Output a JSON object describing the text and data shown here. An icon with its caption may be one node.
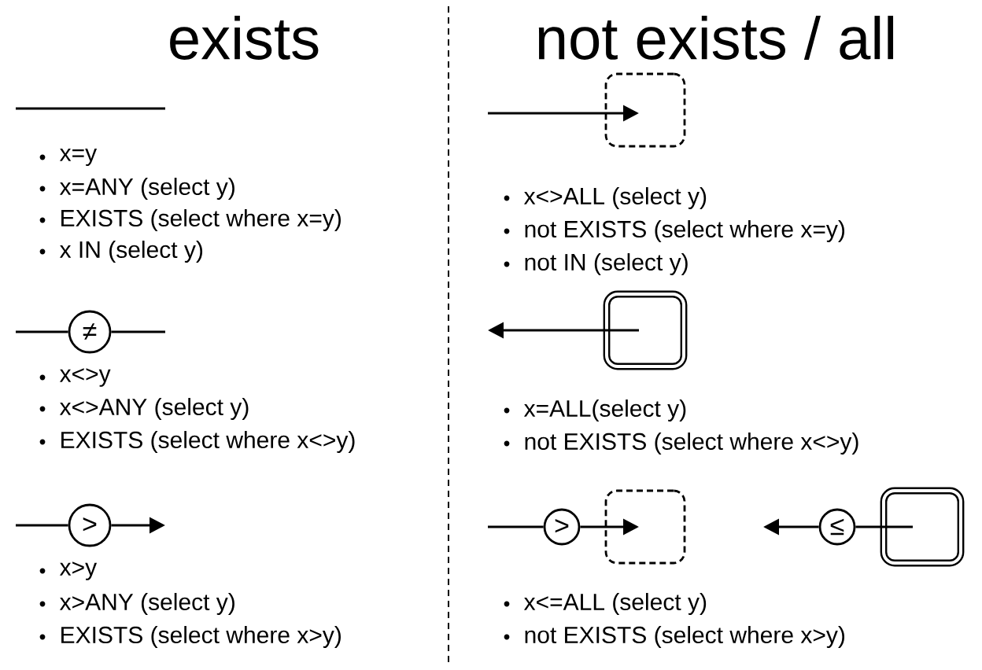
{
  "diagram": {
    "nodes": [
      {
        "text": [
          "≠"
        ]
      },
      {
        "text": [
          ">"
        ]
      },
      {
        "text": [],
        "shape": "box"
      },
      {
        "text": [],
        "shape": "box"
      },
      {
        "text": [
          ">"
        ]
      },
      {
        "text": [],
        "shape": "box"
      },
      {
        "text": [
          "≤"
        ]
      },
      {
        "text": [],
        "shape": "box"
      }
    ],
    "edges": [
      {
        "from": null,
        "to": 0,
        "arrow": "none"
      },
      {
        "from": 0,
        "to": null,
        "arrow": "none"
      },
      {
        "from": null,
        "to": 1,
        "arrow": "none"
      },
      {
        "from": 1,
        "to": null,
        "arrow": "to"
      },
      {
        "from": null,
        "to": 2,
        "arrow": "to"
      },
      {
        "from": 3,
        "to": null,
        "arrow": "to"
      },
      {
        "from": null,
        "to": 4,
        "arrow": "none"
      },
      {
        "from": 4,
        "to": 5,
        "arrow": "to"
      },
      {
        "from": 7,
        "to": 6,
        "arrow": "none"
      },
      {
        "from": 6,
        "to": null,
        "arrow": "to"
      }
    ],
    "labels": [
      "exists",
      "not exists / all",
      "x=y",
      "x=ANY (select y)",
      "EXISTS (select where x=y)",
      "x IN (select y)",
      "x<>ALL (select y)",
      "not EXISTS (select where x=y)",
      "not IN (select y)",
      "x<>y",
      "x<>ANY (select y)",
      "EXISTS (select where x<>y)",
      "x=ALL(select y)",
      "not EXISTS (select where x<>y)",
      "x>y",
      "x>ANY (select y)",
      "EXISTS (select where x>y)",
      "x<=ALL (select y)",
      "not EXISTS (select where x>y)"
    ]
  }
}
